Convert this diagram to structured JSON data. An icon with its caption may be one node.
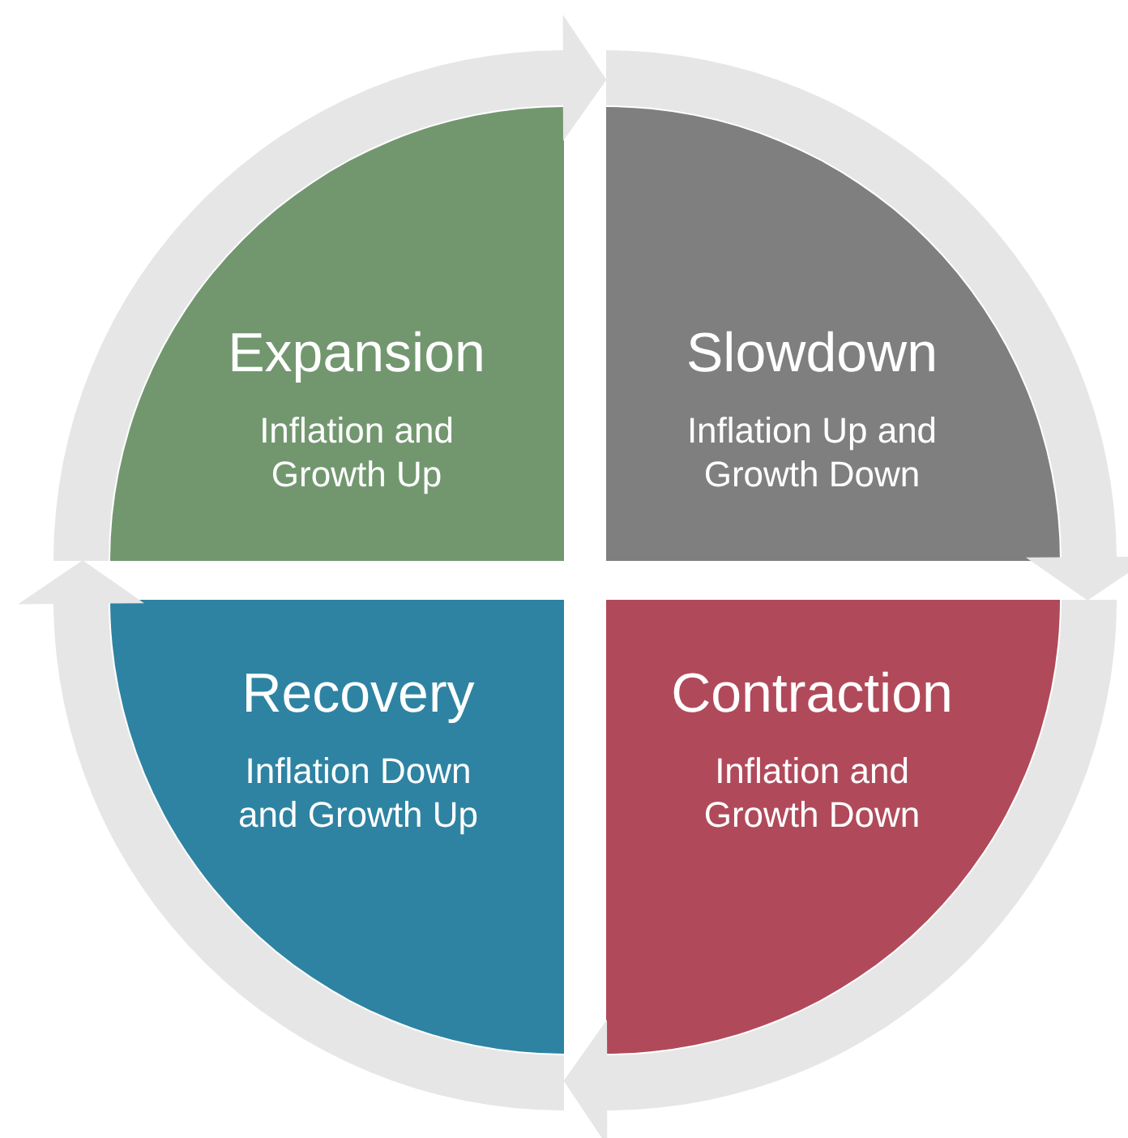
{
  "diagram": {
    "nodes": [
      {
        "text": [
          "Expansion",
          "Inflation and Growth Up"
        ]
      },
      {
        "text": [
          "Slowdown",
          "Inflation Up and Growth Down"
        ]
      },
      {
        "text": [
          "Recovery",
          "Inflation Down and Growth Up"
        ]
      },
      {
        "text": [
          "Contraction",
          "Inflation and Growth Down"
        ]
      }
    ],
    "edges": [
      {
        "from": 0,
        "to": 1,
        "arrow": "to"
      },
      {
        "from": 1,
        "to": 3,
        "arrow": "to"
      },
      {
        "from": 3,
        "to": 2,
        "arrow": "to"
      },
      {
        "from": 2,
        "to": 0,
        "arrow": "to"
      }
    ]
  }
}
